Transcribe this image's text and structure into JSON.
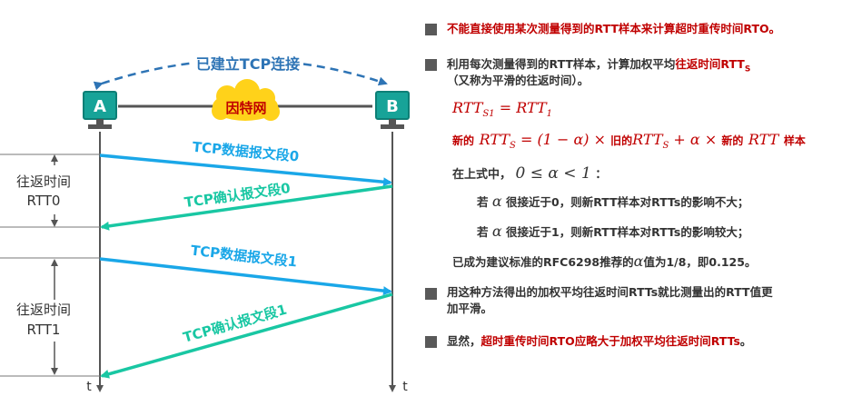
{
  "diagram": {
    "connection_label": "已建立TCP连接",
    "host_a": "A",
    "host_b": "B",
    "network_label": "因特网",
    "segments": [
      "TCP数据报文段0",
      "TCP确认报文段0",
      "TCP数据报文段1",
      "TCP确认报文段1"
    ],
    "rtt0_line1": "往返时间",
    "rtt0_line2": "RTT0",
    "rtt1_line1": "往返时间",
    "rtt1_line2": "RTT1",
    "time_label_left": "t",
    "time_label_right": "t"
  },
  "panel": {
    "b1": "不能直接使用某次测量得到的RTT样本来计算超时重传时间RTO。",
    "b2_a": "利用每次测量得到的RTT样本，计算加权平均",
    "b2_b": "往返时间RTT",
    "b2_sub": "S",
    "b2_line2": "（又称为平滑的往返时间）。",
    "f1_lhs": "RTT",
    "f1_lhs_sub": "S1",
    "f1_eq": " = ",
    "f1_rhs": "RTT",
    "f1_rhs_sub": "1",
    "f2_new": "新的",
    "f2_rtt": "RTT",
    "f2_rtt_sub": "S",
    "f2_mid": " = (1 − α) × ",
    "f2_old": "旧的",
    "f2_rtt2": "RTT",
    "f2_rtt2_sub": "S",
    "f2_plus": " + α × ",
    "f2_new2": "新的",
    "f2_rtt3": "RTT",
    "f2_sample": "样本",
    "f3_pre": "在上式中，",
    "f3_math": "0 ≤ α < 1",
    "f3_post": "：",
    "f4_pre": "若",
    "f4_alpha": "α",
    "f4_post": "很接近于0，则新RTT样本对RTTs的影响不大；",
    "f5_pre": "若",
    "f5_alpha": "α",
    "f5_post": "很接近于1，则新RTT样本对RTTs的影响较大；",
    "f6_pre": "已成为建议标准的RFC6298推荐的",
    "f6_alpha": "α",
    "f6_post": "值为1/8，即0.125。",
    "b3_line1": "用这种方法得出的加权平均往返时间RTTs就比测量出的RTT值更",
    "b3_line2": "加平滑。",
    "b4_a": "显然，",
    "b4_b": "超时重传时间RTO应略大于加权平均往返时间RTTs",
    "b4_c": "。"
  },
  "colors": {
    "data_arrow": "#1aa7e8",
    "ack_arrow": "#19c7a3",
    "host_box": "#17a398",
    "connection_label": "#2e74b5",
    "emphasis": "#c00000",
    "network_cloud": "#ffd21a",
    "bullet": "#595959"
  }
}
